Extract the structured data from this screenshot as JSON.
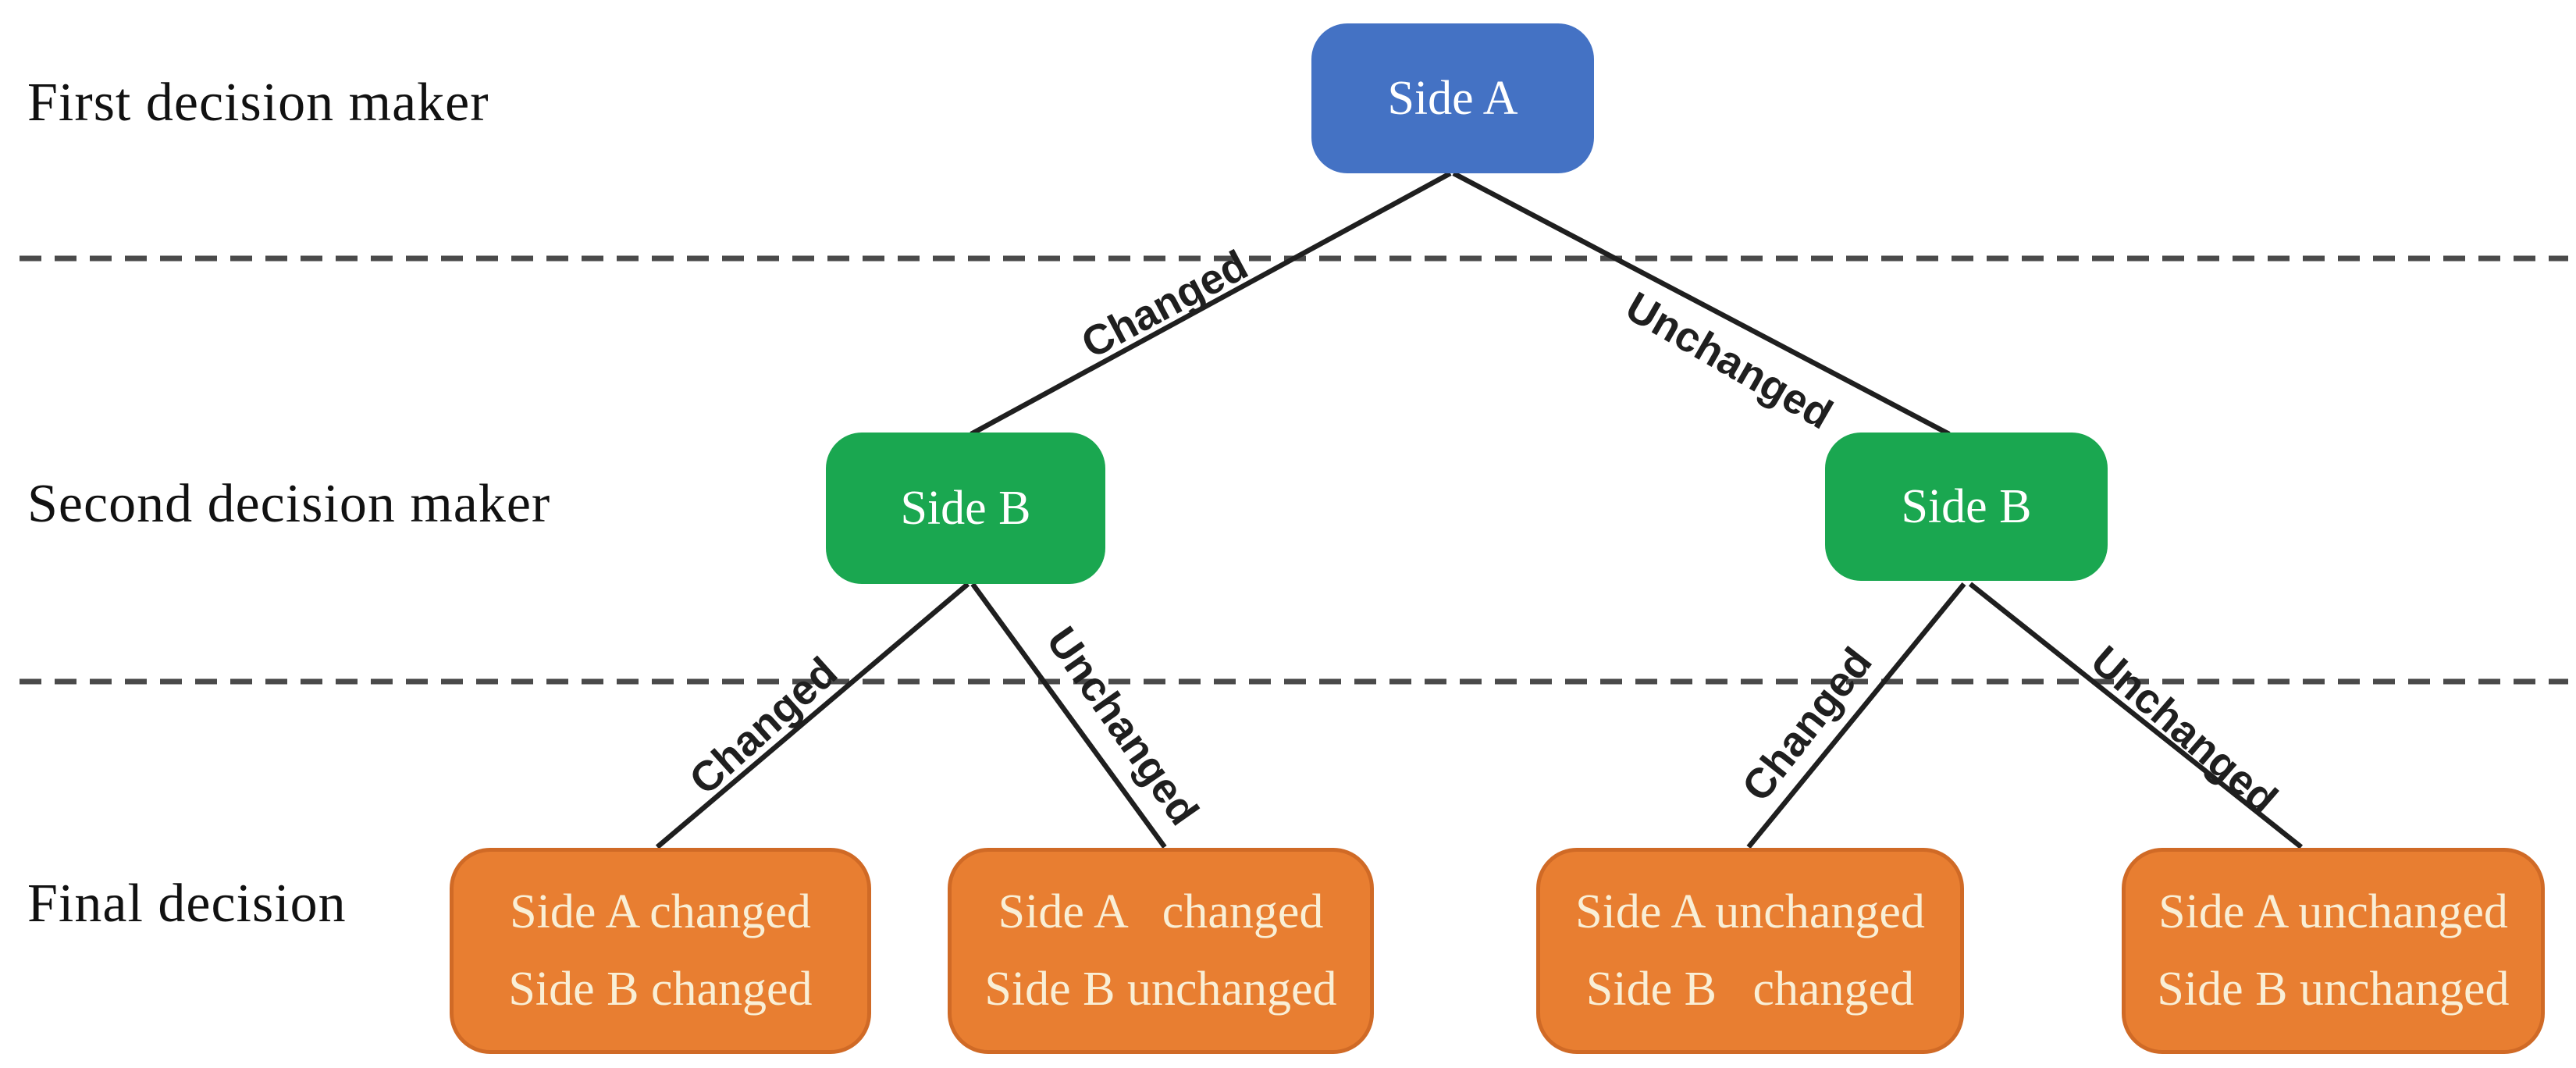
{
  "figure": {
    "background": "#ffffff",
    "row_labels": {
      "first": "First decision maker",
      "second": "Second decision maker",
      "final": "Final decision"
    },
    "nodes": {
      "root": {
        "label": "Side A"
      },
      "left_b": {
        "label": "Side B"
      },
      "right_b": {
        "label": "Side B"
      },
      "leaf_cc": {
        "line1": "Side A changed",
        "line2": "Side B changed"
      },
      "leaf_cu": {
        "line1": "Side A   changed",
        "line2": "Side B unchanged"
      },
      "leaf_uc": {
        "line1": "Side A unchanged",
        "line2": "Side B   changed"
      },
      "leaf_uu": {
        "line1": "Side A unchanged",
        "line2": "Side B unchanged"
      }
    },
    "edge_labels": {
      "root_left": "Changed",
      "root_right": "Unchanged",
      "left_b_left": "Changed",
      "left_b_right": "Unchanged",
      "right_b_left": "Changed",
      "right_b_right": "Unchanged"
    },
    "colors": {
      "root_fill": "#4472c4",
      "intermediate_fill": "#1aa750",
      "leaf_fill": "#e87e31",
      "leaf_border": "#d06a26",
      "leaf_text": "#f9efd6",
      "node_text": "#ffffff",
      "edge_line": "#1f1f1f",
      "dashed_line": "#4a4a4a",
      "label_text": "#1f1f1f"
    }
  }
}
